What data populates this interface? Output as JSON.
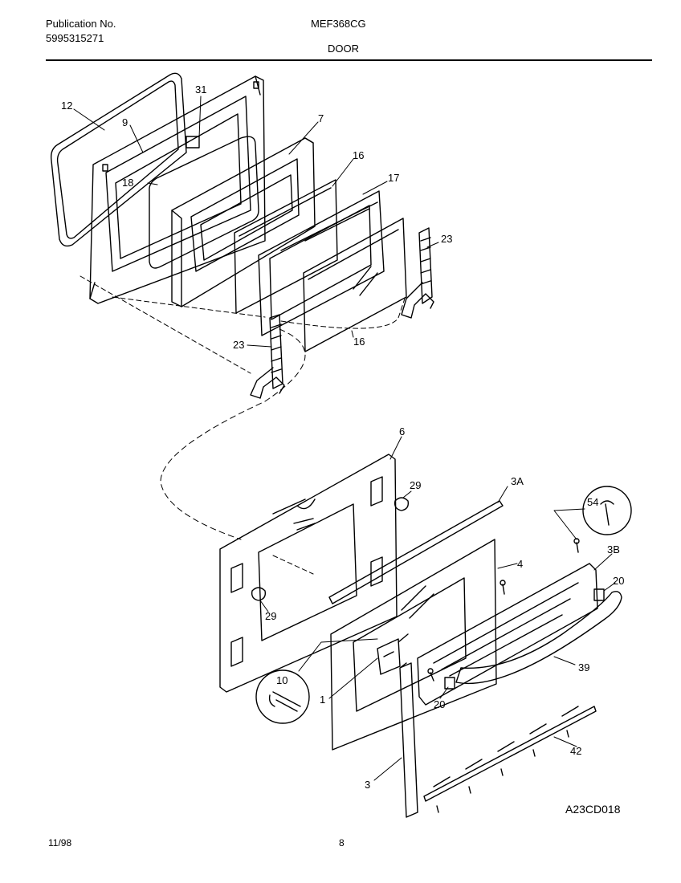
{
  "header": {
    "publication_label": "Publication No.",
    "publication_number": "5995315271",
    "model": "MEF368CG",
    "section": "DOOR"
  },
  "callouts": [
    "12",
    "9",
    "31",
    "7",
    "18",
    "16",
    "17",
    "23",
    "23",
    "16",
    "6",
    "29",
    "3A",
    "54",
    "4",
    "3B",
    "20",
    "29",
    "10",
    "1",
    "20",
    "39",
    "42",
    "3"
  ],
  "diagram_code": "A23CD018",
  "footer": {
    "date": "11/98",
    "page": "8"
  }
}
